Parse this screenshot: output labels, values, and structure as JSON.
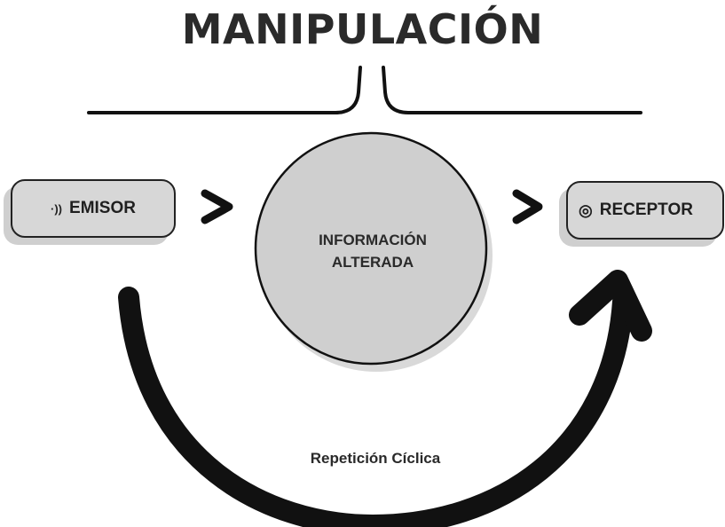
{
  "title": "MANIPULACIÓN",
  "nodes": {
    "emisor": {
      "label": "EMISOR",
      "icon": "signal-waves-icon"
    },
    "center": {
      "line1": "INFORMACIÓN",
      "line2": "ALTERADA"
    },
    "receptor": {
      "label": "RECEPTOR",
      "icon": "target-icon"
    }
  },
  "connectors": {
    "arrow_left": ">",
    "arrow_right": ">"
  },
  "cycle": {
    "label": "Repetición Cíclica"
  },
  "colors": {
    "box_fill": "#d7d7d7",
    "circle_fill": "#cfcfcf",
    "stroke": "#111111"
  }
}
